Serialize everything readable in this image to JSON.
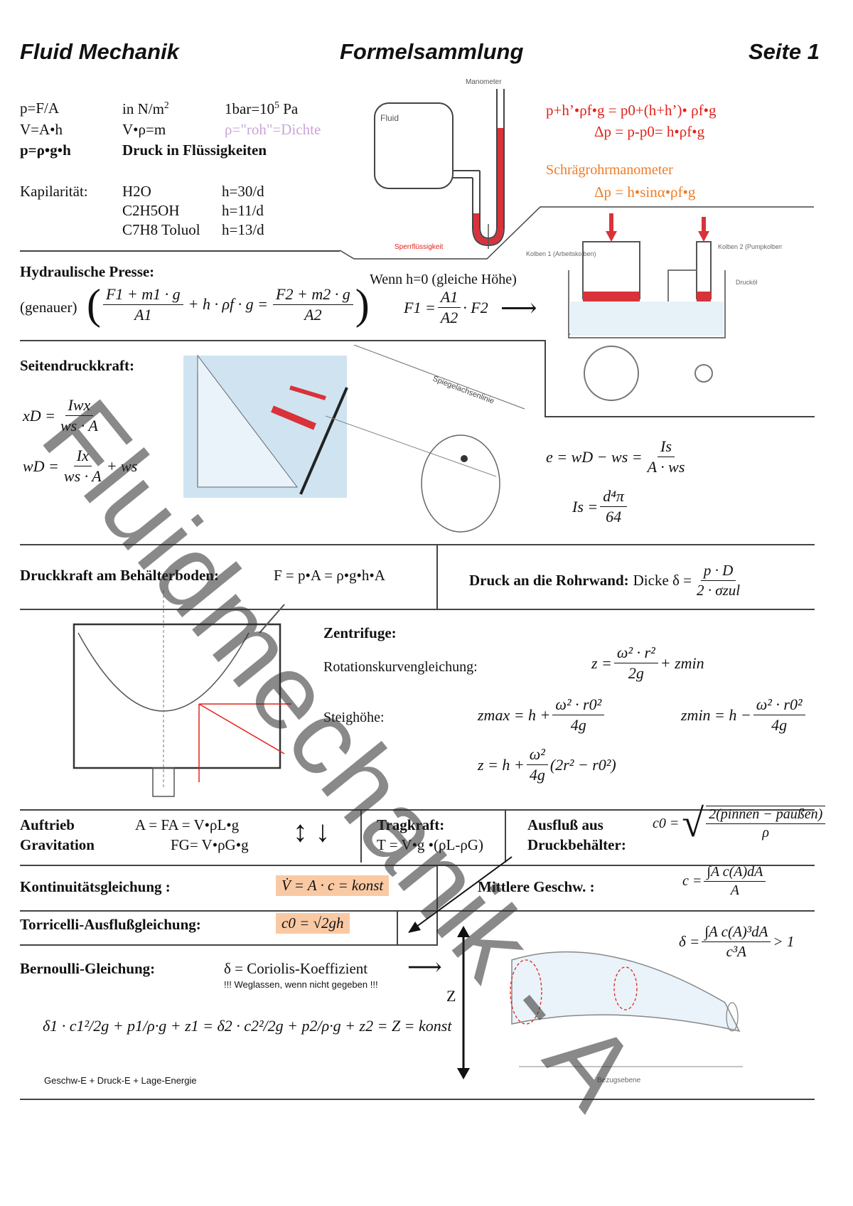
{
  "header": {
    "left": "Fluid Mechanik",
    "center": "Formelsammlung",
    "right": "Seite 1"
  },
  "basics": {
    "r1c1": "p=F/A",
    "r1c2": "in N/m",
    "r1c2sup": "2",
    "r1c3": "1bar=10",
    "r1c3sup": "5",
    "r1c3b": " Pa",
    "r2c1": "V=A•h",
    "r2c2": "V•ρ=m",
    "r2c3": "ρ=\"roh\"=Dichte",
    "r3c1": "p=ρ•g•h",
    "r3c2": "Druck in Flüssigkeiten",
    "kap_label": "Kapilarität:",
    "kap1_name": "H2O",
    "kap1_val": "h=30/d",
    "kap2_name": "C2H5OH",
    "kap2_val": "h=11/d",
    "kap3_name": "C7H8 Toluol",
    "kap3_val": "h=13/d"
  },
  "manometer": {
    "fluid_label": "Fluid",
    "title": "Manometer",
    "sperr": "Sperrflüssigkeit",
    "eq1": "p+h’•ρf•g = p0+(h+h’)• ρf•g",
    "eq2": "Δp = p-p0= h•ρf•g",
    "schraeg_title": "Schrägrohrmanometer",
    "schraeg_eq": "Δp = h•sinα•ρf•g"
  },
  "hydraulic": {
    "title": "Hydraulische Presse:",
    "genauer": "(genauer)",
    "f1m1g": "F1 + m1 · g",
    "a1": "A1",
    "hrho": "+ h · ρf · g =",
    "f2m2g": "F2 + m2 · g",
    "a2": "A2",
    "wenn": "Wenn h=0 (gleiche Höhe)",
    "f1eq": "F1 =",
    "a1b": "A1",
    "a2b": "A2",
    "f2": "· F2",
    "arrow": "⟶",
    "kolben1": "Kolben 1 (Arbeitskolben)",
    "kolben2": "Kolben 2 (Pumpkolben)",
    "drucköl": "Drucköl"
  },
  "seiten": {
    "title": "Seitendruckkraft:",
    "xd": "xD =",
    "xd_num": "Iwx",
    "xd_den": "ws · A",
    "wd": "wD =",
    "wd_num": "Ix",
    "wd_den": "ws · A",
    "wd_tail": "+ ws",
    "e_eq": "e = wD − ws =",
    "e_num": "Is",
    "e_den": "A · ws",
    "is_eq": "Is =",
    "is_num": "d⁴π",
    "is_den": "64",
    "spiegel": "Spiegelachsenlinie"
  },
  "druckkraft": {
    "title": "Druckkraft am Behälterboden:",
    "eq": "F = p•A = ρ•g•h•A",
    "rohr_title": "Druck an die Rohrwand:",
    "dicke": "Dicke δ =",
    "num": "p · D",
    "den": "2 · σzul"
  },
  "zentrifuge": {
    "title": "Zentrifuge:",
    "rot_label": "Rotationskurvengleichung:",
    "rot_eq": "z =",
    "rot_num": "ω² · r²",
    "rot_den": "2g",
    "rot_tail": "+ zmin",
    "steig_label": "Steighöhe:",
    "zmax_eq": "zmax = h +",
    "zmax_num": "ω² · r0²",
    "zmax_den": "4g",
    "zmin_eq": "zmin = h −",
    "zmin_num": "ω² · r0²",
    "zmin_den": "4g",
    "z_eq": "z = h +",
    "z_num": "ω²",
    "z_den": "4g",
    "z_tail": "(2r² − r0²)"
  },
  "auftrieb": {
    "label1": "Auftrieb",
    "label2": "Gravitation",
    "eq1": "A = FA = V•ρL•g",
    "eq2": "FG= V•ρG•g",
    "arrows": "↕ ↓",
    "trag_title": "Tragkraft:",
    "trag_eq": "T = V•g •(ρL-ρG)",
    "ausfluss1": "Ausfluß aus",
    "ausfluss2": "Druckbehälter:",
    "c0": "c0 =",
    "c0_num": "2(pinnen − paußen)",
    "c0_den": "ρ"
  },
  "kontinuitaet": {
    "title": "Kontinuitätsgleichung :",
    "eq": "V̇ = A · c = konst",
    "mittlere": "Mittlere Geschw. :",
    "mc": "c =",
    "mc_num": "∫A c(A)dA",
    "mc_den": "A"
  },
  "torricelli": {
    "title": "Torricelli-Ausflußgleichung:",
    "eq": "c0 = √2gh"
  },
  "bernoulli": {
    "title": "Bernoulli-Gleichung:",
    "coriolis": "δ = Coriolis-Koeffizient",
    "weglassen": "!!! Weglassen, wenn nicht gegeben !!!",
    "eq": "δ1 · c1²/2g + p1/ρ·g + z1 = δ2 · c2²/2g + p2/ρ·g + z2 = Z = konst",
    "energie": "Geschw-E + Druck-E + Lage-Energie",
    "z_label": "Z",
    "delta_eq": "δ =",
    "delta_num": "∫A c(A)³dA",
    "delta_den": "c³A",
    "delta_tail": "> 1",
    "bezugsebene": "Bezugsebene"
  },
  "watermark": "Fluidmechanik  -  A"
}
